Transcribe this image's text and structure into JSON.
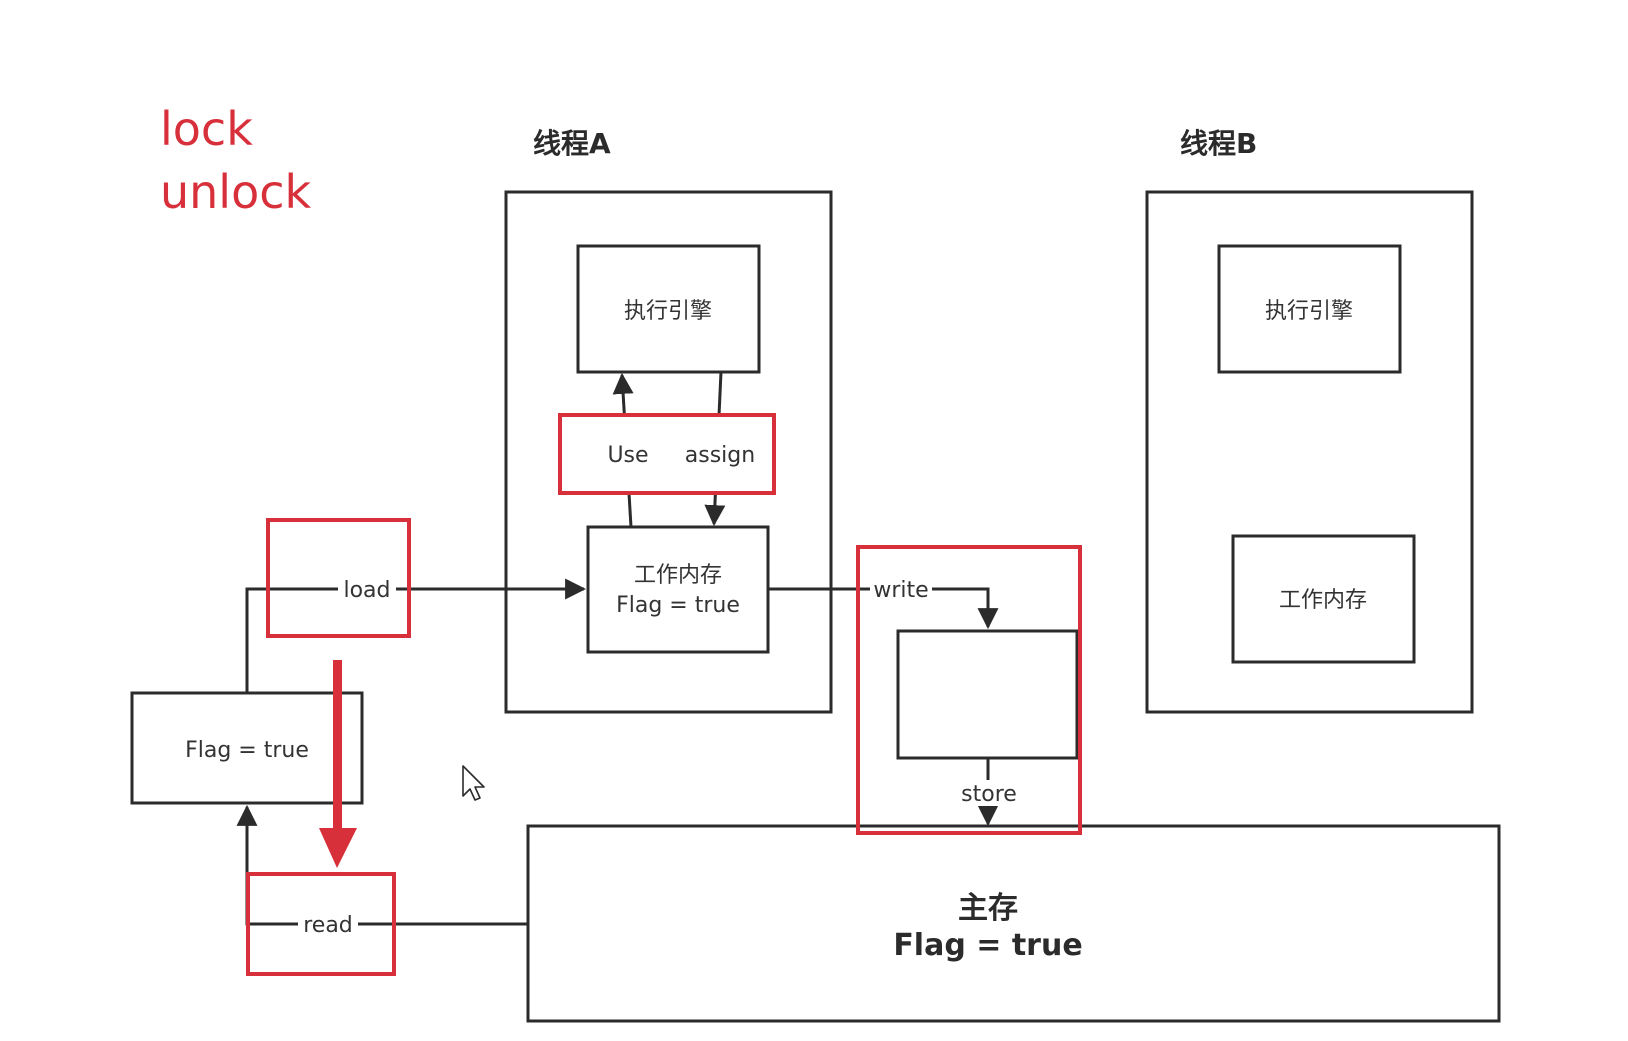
{
  "colors": {
    "ink": "#2b2b2b",
    "highlight": "#d8303a",
    "background": "#ffffff"
  },
  "operations": {
    "lock": "lock",
    "unlock": "unlock"
  },
  "threads": {
    "a": {
      "title": "线程A",
      "engine": "执行引擎",
      "workmem_title": "工作内存",
      "workmem_value": "Flag = true"
    },
    "b": {
      "title": "线程B",
      "engine": "执行引擎",
      "workmem": "工作内存"
    }
  },
  "main_memory": {
    "title": "主存",
    "value": "Flag = true"
  },
  "read_buffer": {
    "value": "Flag = true"
  },
  "actions": {
    "use": "Use",
    "assign": "assign",
    "load": "load",
    "read": "read",
    "write": "write",
    "store": "store"
  },
  "icons": {
    "cursor": "mouse-pointer-icon"
  }
}
